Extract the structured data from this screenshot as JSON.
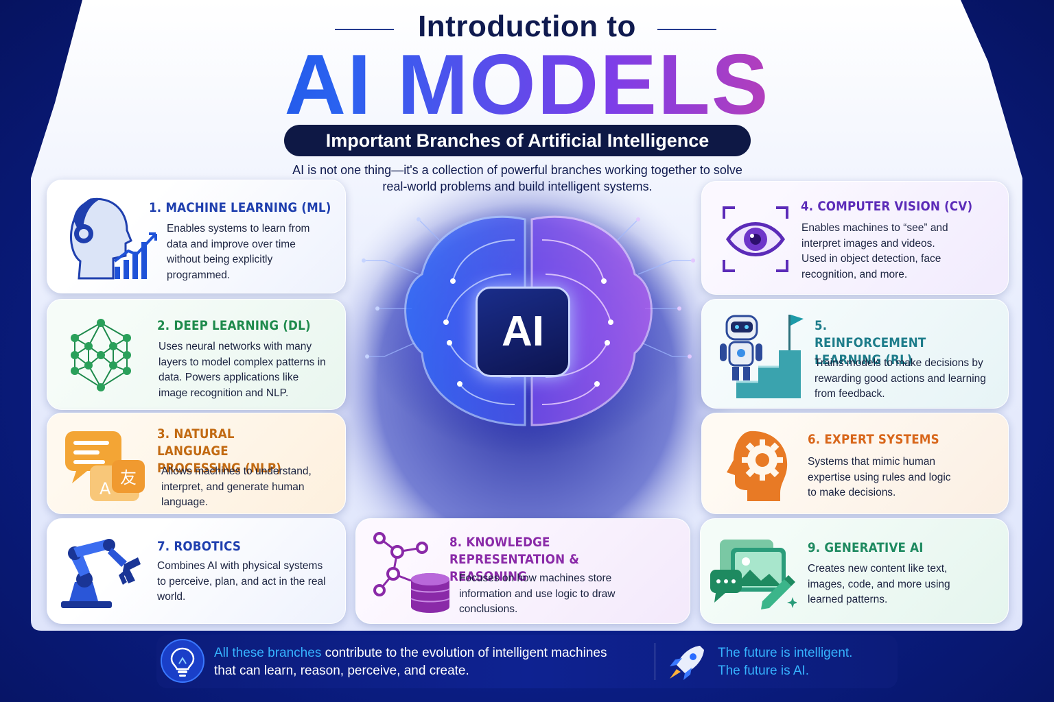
{
  "header": {
    "intro_line": "Introduction to",
    "title": "AI MODELS",
    "subtitle": "Important Branches of Artificial Intelligence",
    "intro_text": "AI is not one thing—it's a collection of powerful branches working together to solve real-world problems and build intelligent systems."
  },
  "center": {
    "chip_label": "AI"
  },
  "cards": [
    {
      "title": "1. MACHINE LEARNING (ML)",
      "desc": "Enables systems to learn from data and improve over time without being explicitly programmed.",
      "color": "#1f3fae",
      "icon": "robot-head-growth-chart-icon"
    },
    {
      "title": "2. DEEP LEARNING (DL)",
      "desc": "Uses neural networks with many layers to model complex patterns in data. Powers applications like image recognition and NLP.",
      "color": "#1e8a4c",
      "icon": "neural-network-icon"
    },
    {
      "title": "3. NATURAL LANGUAGE PROCESSING (NLP)",
      "desc": "Allows machines to understand, interpret, and generate human language.",
      "color": "#c26a12",
      "icon": "chat-translation-icon"
    },
    {
      "title": "4. COMPUTER VISION (CV)",
      "desc": "Enables machines to “see” and interpret images and videos. Used in object detection, face recognition, and more.",
      "color": "#5b2bb8",
      "icon": "eye-scan-icon"
    },
    {
      "title": "5. REINFORCEMENT LEARNING (RL)",
      "desc": "Trains models to make decisions by rewarding good actions and learning from feedback.",
      "color": "#1d7c8a",
      "icon": "robot-stairs-flag-icon"
    },
    {
      "title": "6. EXPERT SYSTEMS",
      "desc": "Systems that mimic human expertise using rules and logic to make decisions.",
      "color": "#d8661a",
      "icon": "head-gear-icon"
    },
    {
      "title": "7. ROBOTICS",
      "desc": "Combines AI with physical systems to perceive, plan, and act in the real world.",
      "color": "#1f3fae",
      "icon": "robot-arm-icon"
    },
    {
      "title": "8. KNOWLEDGE REPRESENTATION & REASONING",
      "desc": "Focuses on how machines store information and use logic to draw conclusions.",
      "color": "#8a2aa8",
      "icon": "knowledge-graph-database-icon"
    },
    {
      "title": "9. GENERATIVE AI",
      "desc": "Creates new content like text, images, code, and more using learned patterns.",
      "color": "#1e8a60",
      "icon": "image-chat-pencil-icon"
    }
  ],
  "footer": {
    "left_highlight": "All these branches",
    "left_text_1": " contribute to the evolution of intelligent machines",
    "left_text_2": "that can learn, reason, perceive, and create.",
    "right_line_1": "The future is intelligent.",
    "right_line_2": "The future is AI."
  },
  "colors": {
    "accent_blue": "#1246d8",
    "accent_purple": "#7d3ee8",
    "accent_pink": "#d43ea0",
    "footer_highlight": "#36b3ff",
    "background_navy": "#0b1f8a"
  }
}
